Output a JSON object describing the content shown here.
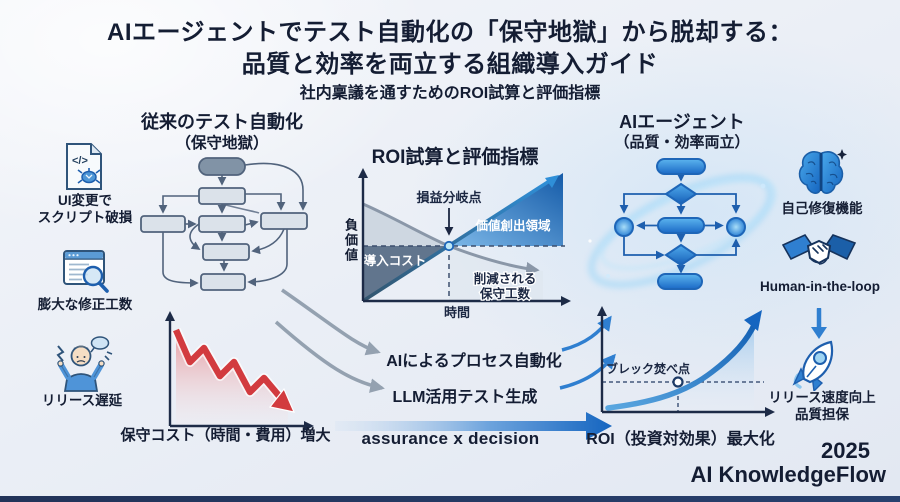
{
  "header": {
    "title_line1": "AIエージェントでテスト自動化の「保守地獄」から脱却する：",
    "title_line2": "品質と効率を両立する組織導入ガイド",
    "subtitle": "社内稟議を通すためのROI試算と評価指標"
  },
  "pain_points": {
    "items": [
      {
        "icon": "broken-script-icon",
        "label": "UI変更で\nスクリプト破損"
      },
      {
        "icon": "browser-magnifier-icon",
        "label": "膨大な修正工数"
      },
      {
        "icon": "frustrated-person-icon",
        "label": "リリース遅延"
      }
    ]
  },
  "legacy": {
    "heading": "従来のテスト自動化",
    "subheading": "（保守地獄）",
    "chart_caption": "保守コスト（時間・費用）増大"
  },
  "roi_chart": {
    "heading": "ROI試算と評価指標",
    "y_axis": "負価値",
    "x_axis": "時間",
    "breakeven": "損益分岐点",
    "value_area": "価値創出領域",
    "intro_cost": "導入コスト",
    "reduced_line1": "削減される",
    "reduced_line2": "保守工数"
  },
  "transition": {
    "label1": "AIによるプロセス自動化",
    "label2": "LLM活用テスト生成",
    "caption": "assurance x decision"
  },
  "ai_agent": {
    "heading": "AIエージェント",
    "subheading": "（品質・効率両立）"
  },
  "roi_max": {
    "breakpoint": "ブレック焚べ点",
    "caption": "ROI（投資対効果）最大化"
  },
  "benefits": {
    "items": [
      {
        "icon": "brain-icon",
        "label": "自己修復機能"
      },
      {
        "icon": "handshake-icon",
        "label": "Human-in-the-loop"
      },
      {
        "icon": "rocket-icon",
        "label": "リリース速度向上\n品質担保"
      }
    ]
  },
  "footer": {
    "year": "2025",
    "brand": "AI KnowledgeFlow"
  },
  "colors": {
    "accent_blue": "#1e6fc4",
    "alert_red": "#d23b3b",
    "navy": "#16213a",
    "slate": "#61758d"
  }
}
